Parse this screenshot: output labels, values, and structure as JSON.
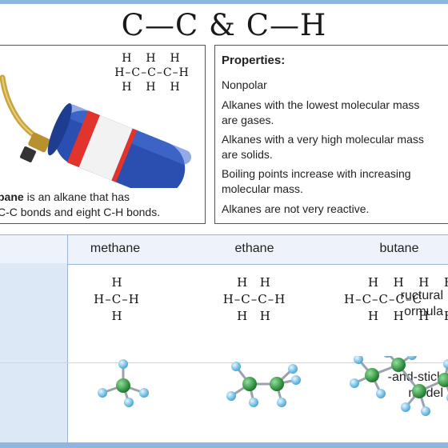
{
  "title": "C—C & C—H",
  "propane_formula": {
    "h_row_top": "H  H  H",
    "c_row": "H–C–C–C–H",
    "h_row_bottom": "H  H  H"
  },
  "caption": {
    "bold": "pane",
    "line1_rest": " is an alkane that has",
    "line2": "C-C bonds and eight C-H bonds."
  },
  "properties": {
    "title": "Properties:",
    "items": [
      "Nonpolar",
      "Alkanes with the lowest molecular mass",
      "are gases.",
      "Alkanes with a very high molecular mass",
      "are solids.",
      "Boiling points increase with increasing",
      "molecular mass.",
      "Alkanes are not very reactive."
    ]
  },
  "table": {
    "columns": [
      "methane",
      "ethane",
      "butane"
    ],
    "row_labels": {
      "structural_line1": "ructural",
      "structural_line2": "ormula",
      "model_line1": "-and-stick",
      "model_line2": "model"
    },
    "methane": {
      "top": "H",
      "mid": "H–C–H",
      "bottom": "H"
    },
    "ethane": {
      "top": "H  H",
      "mid": "H–C–C–H",
      "bottom": "H  H"
    },
    "butane": {
      "top": "H  H  H  H",
      "mid": "H–C–C–C–C",
      "bottom": "H  H  H  H"
    }
  },
  "colors": {
    "carbon": "#2e9a3e",
    "hydrogen": "#7fc8ea",
    "accent": "#8fb6e0",
    "torch_body": "#2a4fb0",
    "torch_stripe": "#e0342c"
  }
}
